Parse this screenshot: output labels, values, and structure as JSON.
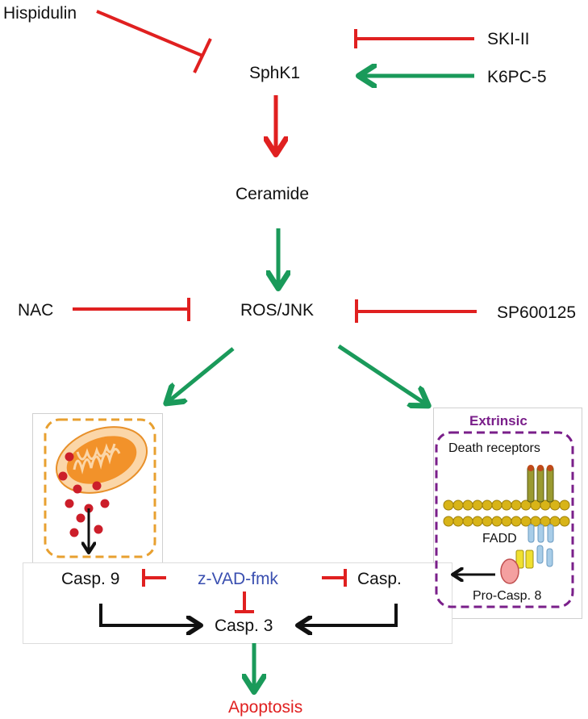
{
  "nodes": {
    "hispidulin": "Hispidulin",
    "sphk1": "SphK1",
    "ski_ii": "SKI-II",
    "k6pc5": "K6PC-5",
    "ceramide": "Ceramide",
    "nac": "NAC",
    "ros_jnk": "ROS/JNK",
    "sp600125": "SP600125",
    "casp9": "Casp. 9",
    "zvad": "z-VAD-fmk",
    "casp": "Casp.",
    "casp3": "Casp. 3",
    "apoptosis": "Apoptosis"
  },
  "extrinsic_panel": {
    "title": "Extrinsic",
    "death_receptors": "Death receptors",
    "fadd": "FADD",
    "pro_casp8": "Pro-Casp. 8"
  },
  "colors": {
    "inhibit": "#e02020",
    "activate_green": "#1a9a5a",
    "activate_red": "#e02020",
    "z_vad": "#3a4fb0",
    "apoptosis": "#e02020",
    "extrinsic_title": "#7a1f8a",
    "mito_border": "#e8a030",
    "extrinsic_border": "#7a1f8a"
  }
}
